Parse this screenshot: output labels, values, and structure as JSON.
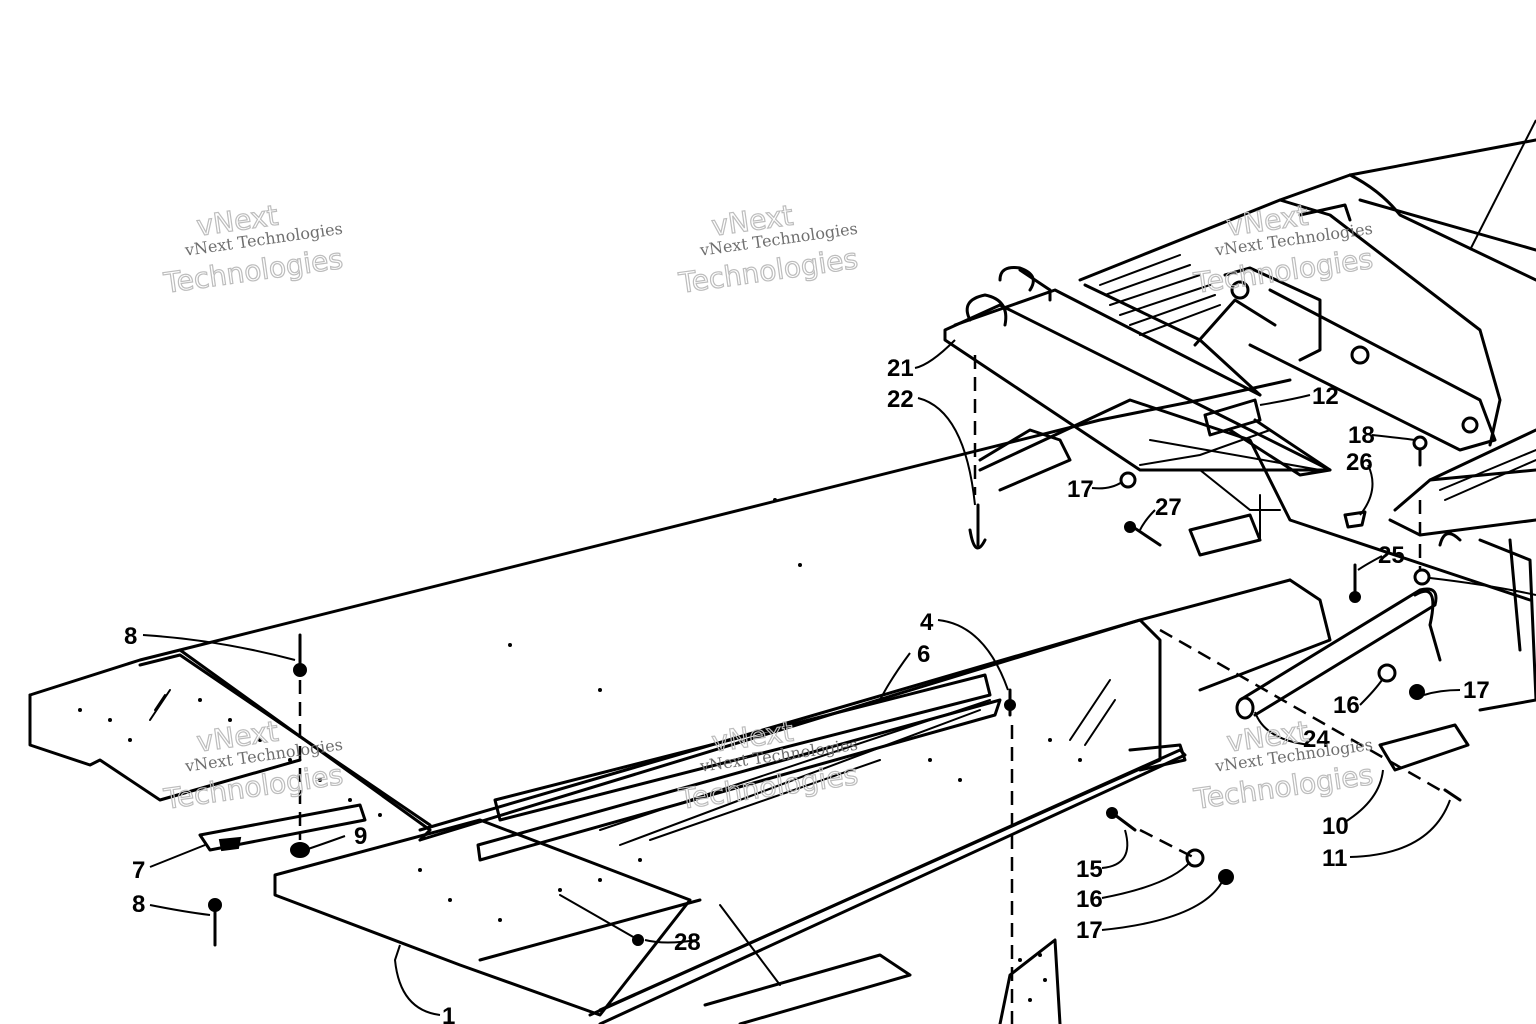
{
  "callouts": [
    "1",
    "4",
    "6",
    "7",
    "8",
    "8",
    "9",
    "10",
    "11",
    "12",
    "15",
    "16",
    "16",
    "17",
    "17",
    "17",
    "17",
    "18",
    "21",
    "22",
    "24",
    "25",
    "26",
    "27",
    "28"
  ],
  "watermark": {
    "small": "vNext Technologies",
    "big_top": "vNext",
    "big_bottom": "Technologies"
  },
  "colors": {
    "ink": "#000000",
    "background": "#ffffff",
    "watermark": "#bdbdbd"
  }
}
